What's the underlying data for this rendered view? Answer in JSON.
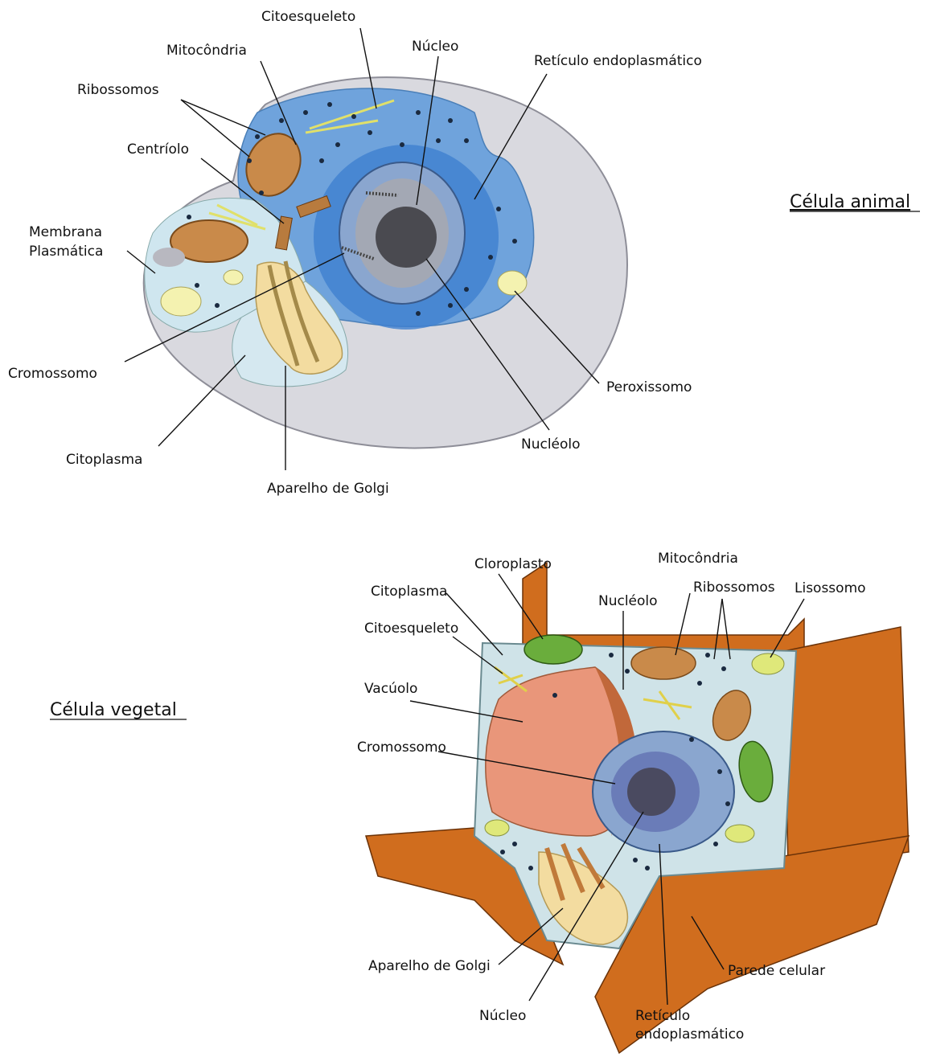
{
  "animal_cell": {
    "title": "Célula animal",
    "labels": {
      "citoesqueleto": "Citoesqueleto",
      "mitocondria": "Mitocôndria",
      "nucleo": "Núcleo",
      "reticulo": "Retículo endoplasmático",
      "ribossomos": "Ribossomos",
      "centriolo": "Centríolo",
      "membrana_1": "Membrana",
      "membrana_2": "Plasmática",
      "cromossomo": "Cromossomo",
      "citoplasma": "Citoplasma",
      "aparelho_golgi": "Aparelho de Golgi",
      "nucleolo": "Nucléolo",
      "peroxissomo": "Peroxissomo"
    }
  },
  "plant_cell": {
    "title": "Célula vegetal",
    "labels": {
      "cloroplasto": "Cloroplasto",
      "mitocondria": "Mitocôndria",
      "citoplasma": "Citoplasma",
      "ribossomos": "Ribossomos",
      "lisossomo": "Lisossomo",
      "nucleolo": "Nucléolo",
      "citoesqueleto": "Citoesqueleto",
      "vacuolo": "Vacúolo",
      "cromossomo": "Cromossomo",
      "aparelho_golgi": "Aparelho de Golgi",
      "parede_celular": "Parede celular",
      "nucleo": "Núcleo",
      "reticulo_1": "Retículo",
      "reticulo_2": "endoplasmático"
    }
  },
  "colors": {
    "cytoplasm_blue": "#6fa3dc",
    "cell_grey": "#d9d9df",
    "mitochondria": "#c98a4a",
    "golgi": "#f3dca0",
    "nucleus": "#8aa6cf",
    "wall": "#d06d1e",
    "vacuole": "#e9967a",
    "chloroplast": "#6aad3c",
    "plant_cytoplasm": "#cfe3e8"
  }
}
